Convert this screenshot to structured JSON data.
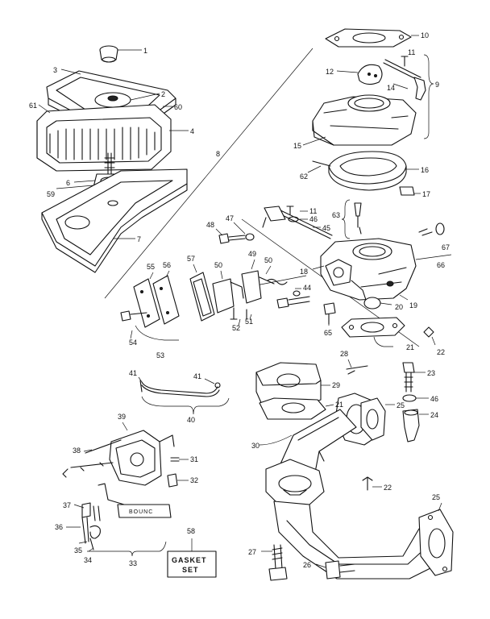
{
  "callouts": [
    {
      "id": "c1",
      "text": "1"
    },
    {
      "id": "c3",
      "text": "3"
    },
    {
      "id": "c2",
      "text": "2"
    },
    {
      "id": "c61",
      "text": "61"
    },
    {
      "id": "c60",
      "text": "60"
    },
    {
      "id": "c4",
      "text": "4"
    },
    {
      "id": "c8",
      "text": "8"
    },
    {
      "id": "c6",
      "text": "6"
    },
    {
      "id": "c59",
      "text": "59"
    },
    {
      "id": "c7",
      "text": "7"
    },
    {
      "id": "c10",
      "text": "10"
    },
    {
      "id": "c11a",
      "text": "11"
    },
    {
      "id": "c12",
      "text": "12"
    },
    {
      "id": "c14",
      "text": "14"
    },
    {
      "id": "c9",
      "text": "9"
    },
    {
      "id": "c15",
      "text": "15"
    },
    {
      "id": "c62",
      "text": "62"
    },
    {
      "id": "c16",
      "text": "16"
    },
    {
      "id": "c17",
      "text": "17"
    },
    {
      "id": "c11b",
      "text": "11"
    },
    {
      "id": "c46a",
      "text": "46"
    },
    {
      "id": "c63",
      "text": "63"
    },
    {
      "id": "c45",
      "text": "45"
    },
    {
      "id": "c48",
      "text": "48"
    },
    {
      "id": "c47",
      "text": "47"
    },
    {
      "id": "c67",
      "text": "67"
    },
    {
      "id": "c66",
      "text": "66"
    },
    {
      "id": "c57",
      "text": "57"
    },
    {
      "id": "c55",
      "text": "55"
    },
    {
      "id": "c56",
      "text": "56"
    },
    {
      "id": "c50a",
      "text": "50"
    },
    {
      "id": "c49",
      "text": "49"
    },
    {
      "id": "c50b",
      "text": "50"
    },
    {
      "id": "c18",
      "text": "18"
    },
    {
      "id": "c44",
      "text": "44"
    },
    {
      "id": "c19",
      "text": "19"
    },
    {
      "id": "c20",
      "text": "20"
    },
    {
      "id": "c52",
      "text": "52"
    },
    {
      "id": "c51",
      "text": "51"
    },
    {
      "id": "c65",
      "text": "65"
    },
    {
      "id": "c54",
      "text": "54"
    },
    {
      "id": "c53",
      "text": "53"
    },
    {
      "id": "c21a",
      "text": "21"
    },
    {
      "id": "c22a",
      "text": "22"
    },
    {
      "id": "c28",
      "text": "28"
    },
    {
      "id": "c41a",
      "text": "41"
    },
    {
      "id": "c41b",
      "text": "41"
    },
    {
      "id": "c29",
      "text": "29"
    },
    {
      "id": "c23",
      "text": "23"
    },
    {
      "id": "c40",
      "text": "40"
    },
    {
      "id": "c21b",
      "text": "21"
    },
    {
      "id": "c46b",
      "text": "46"
    },
    {
      "id": "c25a",
      "text": "25"
    },
    {
      "id": "c24",
      "text": "24"
    },
    {
      "id": "c39",
      "text": "39"
    },
    {
      "id": "c38",
      "text": "38"
    },
    {
      "id": "c30",
      "text": "30"
    },
    {
      "id": "c31",
      "text": "31"
    },
    {
      "id": "c32",
      "text": "32"
    },
    {
      "id": "c22b",
      "text": "22"
    },
    {
      "id": "c37",
      "text": "37"
    },
    {
      "id": "c25b",
      "text": "25"
    },
    {
      "id": "c36",
      "text": "36"
    },
    {
      "id": "c35",
      "text": "35"
    },
    {
      "id": "c34",
      "text": "34"
    },
    {
      "id": "c33",
      "text": "33"
    },
    {
      "id": "c58",
      "text": "58"
    },
    {
      "id": "c27",
      "text": "27"
    },
    {
      "id": "c26",
      "text": "26"
    }
  ],
  "gasket_box": {
    "line1": "GASKET",
    "line2": "SET"
  },
  "stamp_text": "BOUNC"
}
